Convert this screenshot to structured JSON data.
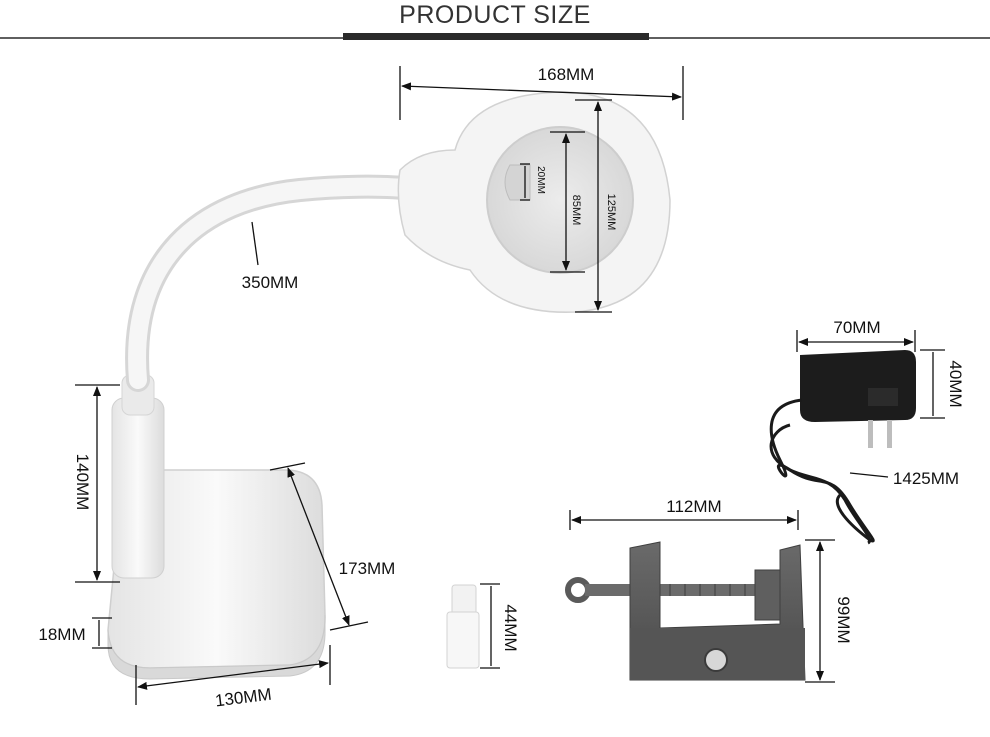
{
  "header": {
    "title": "PRODUCT SIZE"
  },
  "dimensions": {
    "head_width": "168MM",
    "lens_height_outer": "125MM",
    "lens_height_inner": "85MM",
    "small_lens": "20MM",
    "neck_length": "350MM",
    "stem_height": "140MM",
    "base_thickness": "18MM",
    "base_width": "130MM",
    "base_depth": "173MM",
    "adapter_width": "70MM",
    "adapter_height": "40MM",
    "cord_length": "1425MM",
    "clamp_width": "112MM",
    "clamp_height": "99MM",
    "post_height": "44MM"
  },
  "colors": {
    "lamp_body": "#f3f3f3",
    "lens": "#e6e6e6",
    "clamp": "#5c5c5c",
    "adapter": "#1c1c1c",
    "rule": "#2a2a2a"
  }
}
